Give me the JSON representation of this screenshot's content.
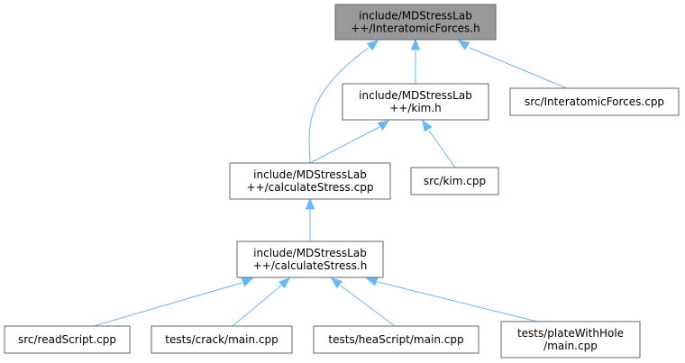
{
  "colors": {
    "edge": "#63b8ff",
    "node_border": "#666666",
    "root_fill": "#999999",
    "node_fill": "#ffffff"
  },
  "nodes": [
    {
      "id": "interatomic-forces-h",
      "lines": [
        "include/MDStressLab",
        "++/InteratomicForces.h"
      ],
      "root": true
    },
    {
      "id": "kim-h",
      "lines": [
        "include/MDStressLab",
        "++/kim.h"
      ]
    },
    {
      "id": "interatomic-forces-cpp",
      "lines": [
        "src/InteratomicForces.cpp"
      ]
    },
    {
      "id": "calculate-stress-cpp",
      "lines": [
        "include/MDStressLab",
        "++/calculateStress.cpp"
      ]
    },
    {
      "id": "kim-cpp",
      "lines": [
        "src/kim.cpp"
      ]
    },
    {
      "id": "calculate-stress-h",
      "lines": [
        "include/MDStressLab",
        "++/calculateStress.h"
      ]
    },
    {
      "id": "read-script-cpp",
      "lines": [
        "src/readScript.cpp"
      ]
    },
    {
      "id": "tests-crack-main",
      "lines": [
        "tests/crack/main.cpp"
      ]
    },
    {
      "id": "tests-hea-script-main",
      "lines": [
        "tests/heaScript/main.cpp"
      ]
    },
    {
      "id": "tests-plate-with-hole-main",
      "lines": [
        "tests/plateWithHole",
        "/main.cpp"
      ]
    }
  ],
  "edges": [
    {
      "from": "kim-h",
      "to": "interatomic-forces-h"
    },
    {
      "from": "interatomic-forces-cpp",
      "to": "interatomic-forces-h"
    },
    {
      "from": "calculate-stress-cpp",
      "to": "interatomic-forces-h"
    },
    {
      "from": "calculate-stress-cpp",
      "to": "kim-h"
    },
    {
      "from": "kim-cpp",
      "to": "kim-h"
    },
    {
      "from": "calculate-stress-h",
      "to": "calculate-stress-cpp"
    },
    {
      "from": "read-script-cpp",
      "to": "calculate-stress-h"
    },
    {
      "from": "tests-crack-main",
      "to": "calculate-stress-h"
    },
    {
      "from": "tests-hea-script-main",
      "to": "calculate-stress-h"
    },
    {
      "from": "tests-plate-with-hole-main",
      "to": "calculate-stress-h"
    }
  ]
}
